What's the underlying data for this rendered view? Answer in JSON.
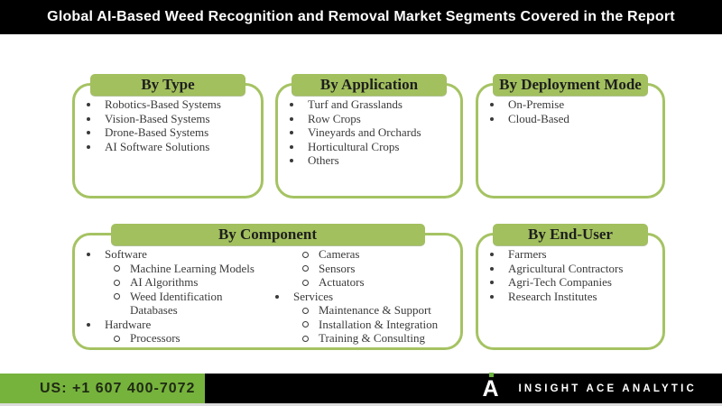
{
  "header": {
    "title": "Global AI-Based Weed Recognition and Removal Market Segments Covered in the Report"
  },
  "colors": {
    "title_bar_bg": "#000000",
    "title_text": "#ffffff",
    "box_border": "#a5c363",
    "tab_fill": "#a2c05e",
    "tab_text": "#1e1e1e",
    "body_text": "#3a3a3a",
    "footer_bar_bg": "#000000",
    "footer_phone_bg": "#76b33c",
    "brand_text": "#ffffff",
    "logo_dot": "#6db33f"
  },
  "boxes": [
    {
      "id": "by-type",
      "title": "By Type",
      "items": [
        {
          "label": "Robotics-Based Systems",
          "level": 1
        },
        {
          "label": "Vision-Based Systems",
          "level": 1
        },
        {
          "label": "Drone-Based Systems",
          "level": 1
        },
        {
          "label": "AI Software Solutions",
          "level": 1
        }
      ]
    },
    {
      "id": "by-application",
      "title": "By Application",
      "items": [
        {
          "label": "Turf and Grasslands",
          "level": 1
        },
        {
          "label": "Row Crops",
          "level": 1
        },
        {
          "label": "Vineyards and Orchards",
          "level": 1
        },
        {
          "label": "Horticultural Crops",
          "level": 1
        },
        {
          "label": "Others",
          "level": 1
        }
      ]
    },
    {
      "id": "by-deployment-mode",
      "title": "By Deployment Mode",
      "items": [
        {
          "label": "On-Premise",
          "level": 1
        },
        {
          "label": "Cloud-Based",
          "level": 1
        }
      ]
    },
    {
      "id": "by-component",
      "title": "By Component",
      "columns": [
        [
          {
            "label": "Software",
            "level": 1
          },
          {
            "label": "Machine Learning Models",
            "level": 2
          },
          {
            "label": "AI Algorithms",
            "level": 2
          },
          {
            "label": "Weed Identification Databases",
            "level": 2
          },
          {
            "label": "Hardware",
            "level": 1
          },
          {
            "label": "Processors",
            "level": 2
          }
        ],
        [
          {
            "label": "Cameras",
            "level": 2
          },
          {
            "label": "Sensors",
            "level": 2
          },
          {
            "label": "Actuators",
            "level": 2
          },
          {
            "label": "Services",
            "level": 1
          },
          {
            "label": "Maintenance & Support",
            "level": 2
          },
          {
            "label": "Installation & Integration",
            "level": 2
          },
          {
            "label": "Training & Consulting",
            "level": 2
          }
        ]
      ]
    },
    {
      "id": "by-end-user",
      "title": "By End-User",
      "items": [
        {
          "label": "Farmers",
          "level": 1
        },
        {
          "label": "Agricultural Contractors",
          "level": 1
        },
        {
          "label": "Agri-Tech Companies",
          "level": 1
        },
        {
          "label": "Research Institutes",
          "level": 1
        }
      ]
    }
  ],
  "footer": {
    "phone": "US: +1 607 400-7072",
    "brand": "INSIGHT ACE ANALYTIC",
    "logo_letter": "A"
  }
}
